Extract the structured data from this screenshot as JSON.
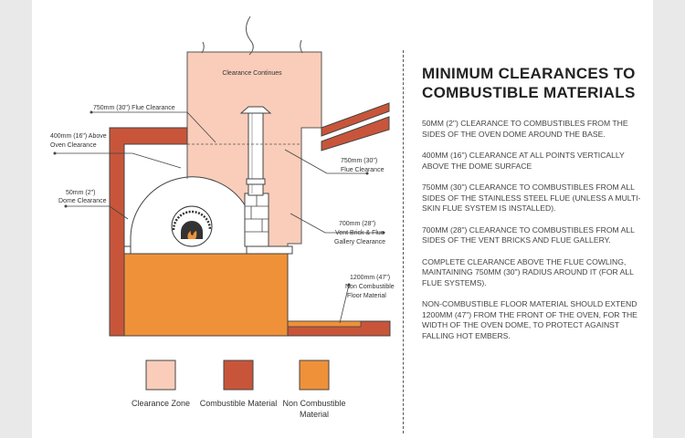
{
  "heading": {
    "line1": "MINIMUM CLEARANCES TO",
    "line2": "COMBUSTIBLE MATERIALS"
  },
  "paragraphs": [
    "50MM (2\") CLEARANCE TO COMBUSTIBLES FROM THE SIDES OF THE OVEN DOME AROUND THE BASE.",
    "400MM (16\") CLEARANCE AT ALL POINTS VERTICALLY ABOVE THE DOME SURFACE",
    "750MM (30\") CLEARANCE TO COMBUSTIBLES FROM ALL SIDES OF THE STAINLESS STEEL FLUE (UNLESS A MULTI-SKIN FLUE SYSTEM IS INSTALLED).",
    "700MM (28\") CLEARANCE TO COMBUSTIBLES FROM ALL SIDES OF THE VENT BRICKS AND FLUE GALLERY.",
    "COMPLETE CLEARANCE ABOVE THE FLUE COWLING, MAINTAINING 750MM (30\") RADIUS AROUND IT (FOR ALL FLUE SYSTEMS).",
    "NON-COMBUSTIBLE FLOOR MATERIAL SHOULD EXTEND 1200MM (47\") FROM THE FRONT OF THE OVEN, FOR THE WIDTH OF THE OVEN DOME, TO PROTECT AGAINST FALLING HOT EMBERS."
  ],
  "diagram_labels": {
    "clearance_continues": "Clearance Continues",
    "flue_clearance_left": "750mm (30\") Flue Clearance",
    "above_oven_line1": "400mm (16\") Above",
    "above_oven_line2": "Oven Clearance",
    "dome_line1": "50mm (2\")",
    "dome_line2": "Dome Clearance",
    "flue_right_line1": "750mm (30\")",
    "flue_right_line2": "Flue Clearance",
    "vent_line1": "700mm (28\")",
    "vent_line2": "Vent Brick & Flue",
    "vent_line3": "Gallery Clearance",
    "floor_line1": "1200mm (47\")",
    "floor_line2": "Non Combustible",
    "floor_line3": "Floor Material"
  },
  "legend": [
    {
      "label": "Clearance Zone",
      "color": "#f9cdb9"
    },
    {
      "label": "Combustible Material",
      "color": "#c8553a"
    },
    {
      "label_line1": "Non Combustible",
      "label_line2": "Material",
      "color": "#ef9139"
    }
  ],
  "colors": {
    "clearance_zone": "#f9cdb9",
    "combustible": "#c8553a",
    "non_combustible": "#ef9139",
    "outline": "#444444"
  },
  "icons": [
    "oven-logo-icon",
    "flame-icon"
  ]
}
